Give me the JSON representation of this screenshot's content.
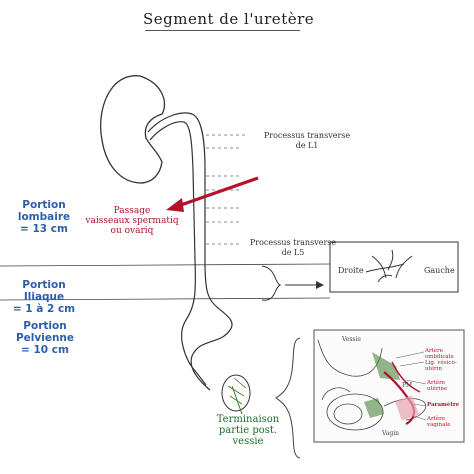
{
  "title": "Segment de l'uretère",
  "portions": [
    {
      "name": "Portion lombaire",
      "line1": "Portion",
      "line2": "lombaire",
      "line3": "= 13 cm"
    },
    {
      "name": "Portion Iliaque",
      "line1": "Portion",
      "line2": "Iliaque",
      "line3": "= 1 à 2 cm"
    },
    {
      "name": "Portion Pelvienne",
      "line1": "Portion",
      "line2": "Pelvienne",
      "line3": "= 10 cm"
    }
  ],
  "annotations": {
    "l1": {
      "line1": "Processus transverse",
      "line2": "de L1"
    },
    "l5": {
      "line1": "Processus transverse",
      "line2": "de L5"
    },
    "passage": {
      "line1": "Passage",
      "line2": "vaisseaux spermatiq",
      "line3": "ou ovariq"
    },
    "termination": {
      "line1": "Terminaison",
      "line2": "partie post.",
      "line3": "vessie"
    }
  },
  "detail_box": {
    "left_label": "Droite",
    "right_label": "Gauche"
  },
  "inset": {
    "vessie": "Vessie",
    "labels": [
      "Artère ombilicale",
      "Lig. vésico-utérin",
      "PM",
      "Artère utérine",
      "Paramètre",
      "Artère vaginale"
    ],
    "bottom": "Vagin"
  },
  "colors": {
    "portion_text": "#2d5fa8",
    "arrow_red": "#b3122a",
    "term_green": "#1d6b2a",
    "inset_green": "#3c7a2c"
  }
}
